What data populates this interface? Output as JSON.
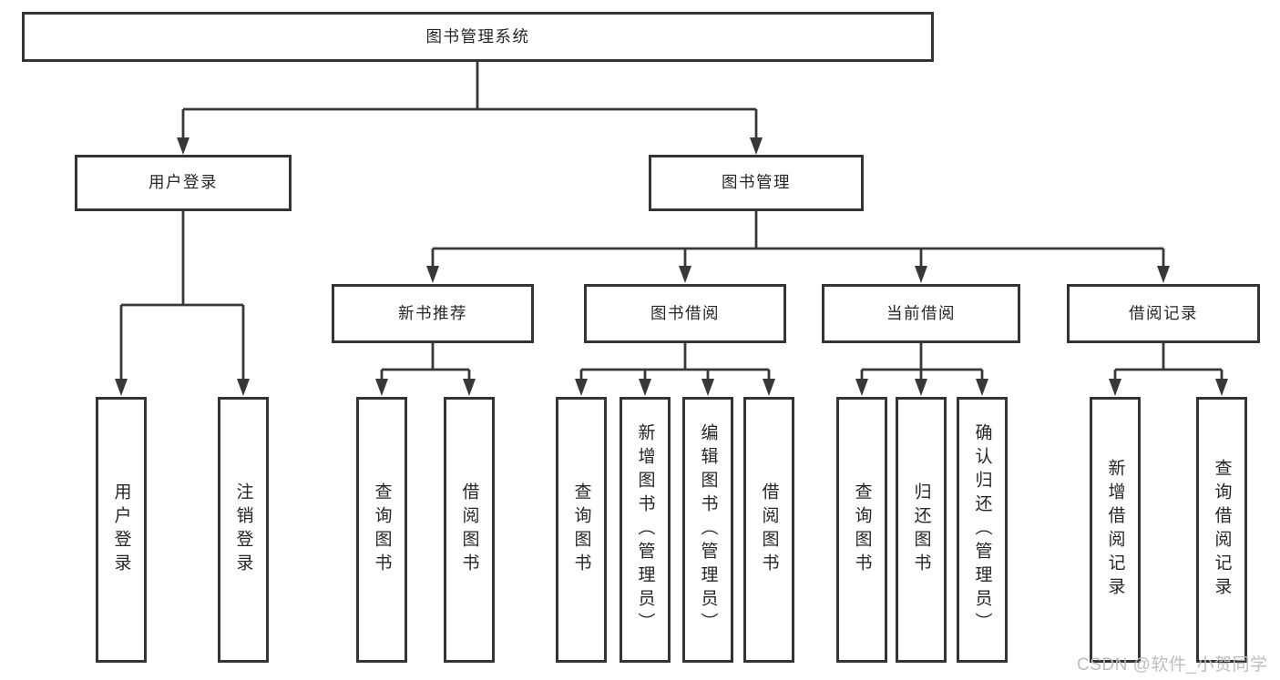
{
  "tree": {
    "root": {
      "label": "图书管理系统",
      "children": [
        {
          "label": "用户登录",
          "children": [
            {
              "label": "用户登录"
            },
            {
              "label": "注销登录"
            }
          ]
        },
        {
          "label": "图书管理",
          "children": [
            {
              "label": "新书推荐",
              "children": [
                {
                  "label": "查询图书"
                },
                {
                  "label": "借阅图书"
                }
              ]
            },
            {
              "label": "图书借阅",
              "children": [
                {
                  "label": "查询图书"
                },
                {
                  "label": "新增图书（管理员）"
                },
                {
                  "label": "编辑图书（管理员）"
                },
                {
                  "label": "借阅图书"
                }
              ]
            },
            {
              "label": "当前借阅",
              "children": [
                {
                  "label": "查询图书"
                },
                {
                  "label": "归还图书"
                },
                {
                  "label": "确认归还（管理员）"
                }
              ]
            },
            {
              "label": "借阅记录",
              "children": [
                {
                  "label": "新增借阅记录"
                },
                {
                  "label": "查询借阅记录"
                }
              ]
            }
          ]
        }
      ]
    }
  },
  "watermark": {
    "text": "CSDN @软件_小贺同学"
  },
  "colors": {
    "line": "#383838",
    "box_border": "#343434",
    "text": "#262626",
    "background": "#ffffff",
    "watermark": "#bdbdbd"
  }
}
